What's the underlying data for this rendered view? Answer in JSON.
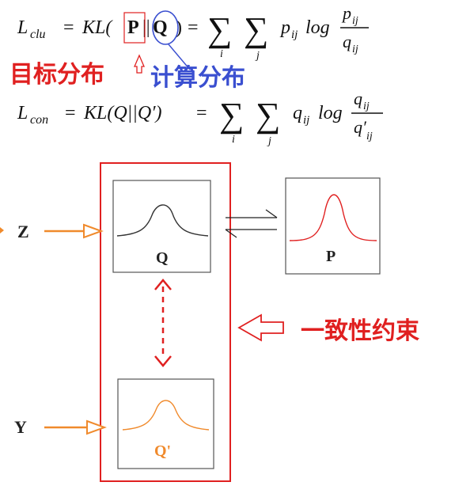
{
  "equations": {
    "clu": {
      "lhs_main": "L",
      "lhs_sub": "clu",
      "kl": "KL(",
      "p": "P",
      "bars": "||",
      "q": "Q",
      "close": ")",
      "equals": "=",
      "sum_symbol": "∑",
      "sum_index_1": "i",
      "sum_index_2": "j",
      "term_var": "p",
      "term_sub": "ij",
      "log": "log",
      "frac_num_var": "p",
      "frac_num_sub": "ij",
      "frac_den_var": "q",
      "frac_den_sub": "ij"
    },
    "con": {
      "lhs_main": "L",
      "lhs_sub": "con",
      "kl": "KL(Q||Q′)",
      "equals": "=",
      "sum_symbol": "∑",
      "sum_index_1": "i",
      "sum_index_2": "j",
      "term_var": "q",
      "term_sub": "ij",
      "log": "log",
      "frac_num_var": "q",
      "frac_num_sub": "ij",
      "frac_den_var": "q′",
      "frac_den_sub": "ij"
    }
  },
  "annotations": {
    "target_distribution": "目标分布",
    "computed_distribution": "计算分布",
    "consistency_constraint": "一致性约束"
  },
  "inputs": {
    "z": "Z",
    "y": "Y"
  },
  "boxes": {
    "q": "Q",
    "p": "P",
    "q_prime": "Q'"
  },
  "colors": {
    "red": "#e02020",
    "blue": "#3a4fd0",
    "orange": "#f08a2c",
    "black": "#222222",
    "gray_border": "#555555"
  }
}
